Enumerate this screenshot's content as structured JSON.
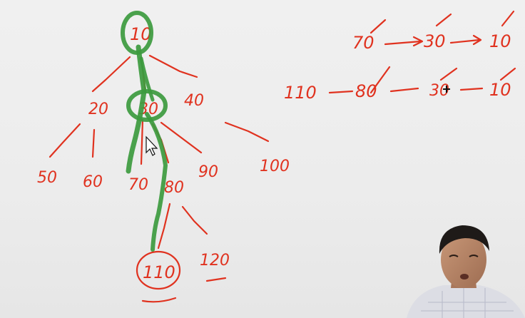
{
  "tree": {
    "root": "10",
    "level1": [
      "20",
      "30",
      "40"
    ],
    "level2": [
      "50",
      "60",
      "70",
      "80",
      "90",
      "100"
    ],
    "level3": [
      "110",
      "120"
    ]
  },
  "paths": {
    "row1": [
      "70",
      "30",
      "10"
    ],
    "row2": [
      "110",
      "80",
      "30",
      "10"
    ]
  },
  "colors": {
    "ink_red": "#e0321f",
    "highlight_green": "#3c9a3e",
    "board": "#ededed"
  },
  "icons": {
    "cursor": "arrow-cursor-icon",
    "move_cursor": "move-cursor-icon"
  }
}
